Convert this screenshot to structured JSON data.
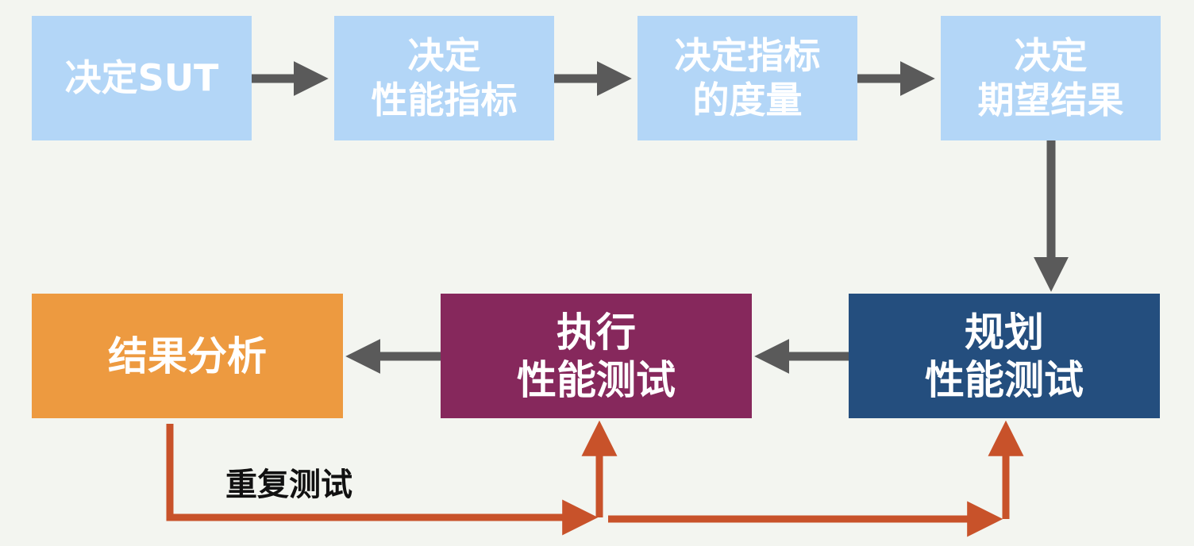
{
  "colors": {
    "background": "#f3f5f0",
    "light_box": "#b3d6f7",
    "result_box": "#ed9a40",
    "execute_box": "#86285c",
    "plan_box": "#244e7e",
    "gray_arrow": "#5a5a5a",
    "loop_arrow": "#c8522a"
  },
  "top_row": [
    {
      "lines": [
        "决定SUT"
      ]
    },
    {
      "lines": [
        "决定",
        "性能指标"
      ]
    },
    {
      "lines": [
        "决定指标",
        "的度量"
      ]
    },
    {
      "lines": [
        "决定",
        "期望结果"
      ]
    }
  ],
  "bottom_row": {
    "result_analysis": {
      "lines": [
        "结果分析"
      ]
    },
    "execute_test": {
      "lines": [
        "执行",
        "性能测试"
      ]
    },
    "plan_test": {
      "lines": [
        "规划",
        "性能测试"
      ]
    }
  },
  "loop_label": "重复测试"
}
